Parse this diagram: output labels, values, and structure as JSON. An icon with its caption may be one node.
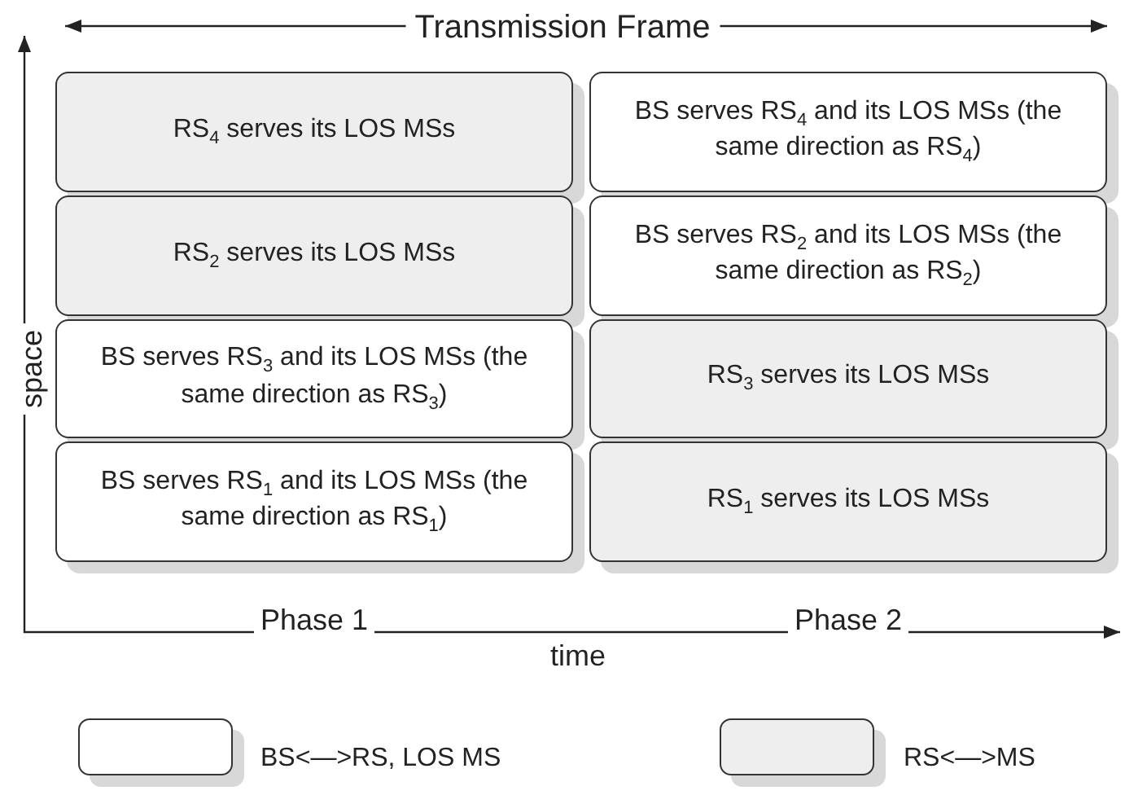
{
  "diagram": {
    "title": "Transmission Frame",
    "nodes": [
      {
        "text": [
          "RS$_{4}$ serves its LOS MSs"
        ]
      },
      {
        "text": [
          "BS serves RS$_{4}$ and its LOS MSs (the same direction as RS$_{4}$)"
        ]
      },
      {
        "text": [
          "RS$_{2}$ serves its LOS MSs"
        ]
      },
      {
        "text": [
          "BS serves RS$_{2}$ and its LOS MSs (the same direction as RS$_{2}$)"
        ]
      },
      {
        "text": [
          "BS serves RS$_{3}$ and its LOS MSs (the same direction as RS$_{3}$)"
        ]
      },
      {
        "text": [
          "RS$_{3}$ serves its LOS MSs"
        ]
      },
      {
        "text": [
          "BS serves RS$_{1}$ and its LOS MSs (the same direction as RS$_{1}$)"
        ]
      },
      {
        "text": [
          "RS$_{1}$ serves its LOS MSs"
        ]
      }
    ],
    "labels": [
      "space",
      "Phase 1",
      "Phase 2",
      "time"
    ],
    "legend": [
      {
        "text": "BS<—>RS, LOS MS",
        "color": "#ffffff"
      },
      {
        "text": "RS<—>MS",
        "color": "#eeeeee"
      }
    ]
  }
}
